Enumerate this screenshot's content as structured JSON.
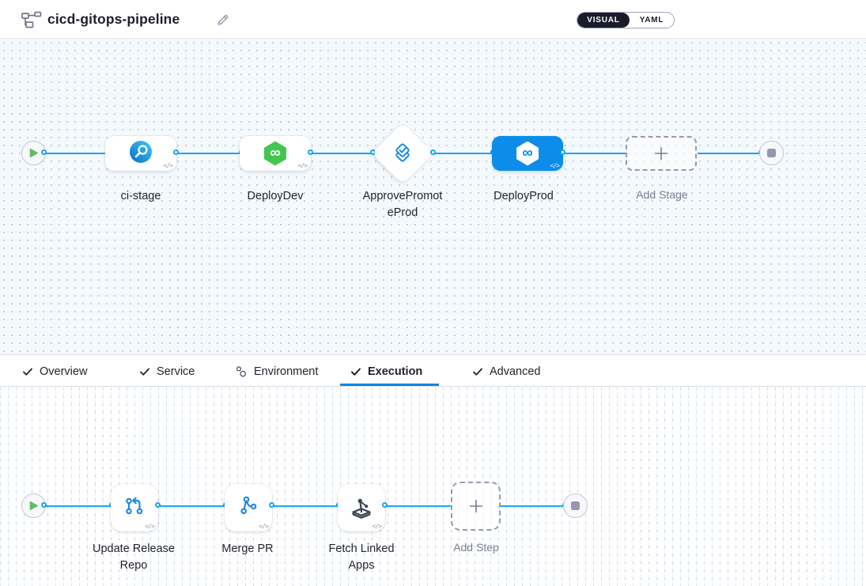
{
  "header": {
    "title": "cicd-gitops-pipeline",
    "mode_toggle": {
      "visual": "VISUAL",
      "yaml": "YAML",
      "selected": "VISUAL"
    }
  },
  "stage_pipeline": {
    "stages": [
      {
        "name": "ci-stage",
        "label_lines": [
          "ci-stage"
        ],
        "icon": "ci-build-icon",
        "shape": "rounded-rect",
        "selected": false
      },
      {
        "name": "DeployDev",
        "label_lines": [
          "DeployDev"
        ],
        "icon": "cd-hexagon-icon",
        "shape": "rounded-rect",
        "selected": false
      },
      {
        "name": "ApprovePromoteProd",
        "label_lines": [
          "ApprovePromot",
          "eProd"
        ],
        "icon": "approval-icon",
        "shape": "diamond",
        "selected": false
      },
      {
        "name": "DeployProd",
        "label_lines": [
          "DeployProd"
        ],
        "icon": "cd-hexagon-icon",
        "shape": "rounded-rect",
        "selected": true
      }
    ],
    "add_stage_label": "Add Stage"
  },
  "tabs": [
    {
      "label": "Overview",
      "icon": "check",
      "active": false
    },
    {
      "label": "Service",
      "icon": "check",
      "active": false
    },
    {
      "label": "Environment",
      "icon": "environment",
      "active": false
    },
    {
      "label": "Execution",
      "icon": "check",
      "active": true
    },
    {
      "label": "Advanced",
      "icon": "check",
      "active": false
    }
  ],
  "step_pipeline": {
    "steps": [
      {
        "name": "Update Release Repo",
        "label_lines": [
          "Update Release",
          "Repo"
        ],
        "icon": "update-release-repo-icon"
      },
      {
        "name": "Merge PR",
        "label_lines": [
          "Merge PR"
        ],
        "icon": "merge-pr-icon"
      },
      {
        "name": "Fetch Linked Apps",
        "label_lines": [
          "Fetch Linked",
          "Apps"
        ],
        "icon": "fetch-linked-apps-icon"
      }
    ],
    "add_step_label": "Add Step"
  },
  "glyphs": {
    "code": "</>",
    "infinity": "∞"
  },
  "colors": {
    "accent_blue": "#0b8de9",
    "line_blue": "#16a6ef",
    "cd_green": "#43c64f",
    "toggle_dark": "#1b1c29"
  }
}
